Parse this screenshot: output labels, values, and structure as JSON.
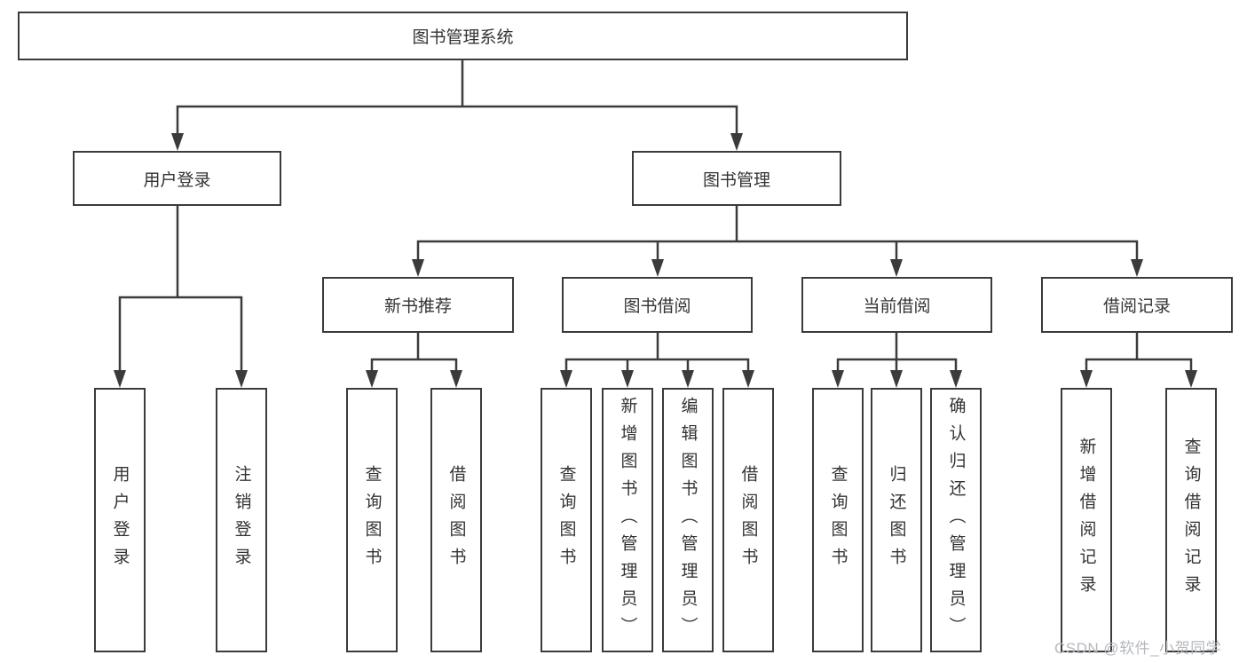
{
  "diagram": {
    "root": {
      "label": "图书管理系统"
    },
    "level2": [
      {
        "label": "用户登录"
      },
      {
        "label": "图书管理"
      }
    ],
    "level3": [
      {
        "label": "新书推荐",
        "parent": "图书管理"
      },
      {
        "label": "图书借阅",
        "parent": "图书管理"
      },
      {
        "label": "当前借阅",
        "parent": "图书管理"
      },
      {
        "label": "借阅记录",
        "parent": "图书管理"
      }
    ],
    "leaves": [
      {
        "label": "用户登录",
        "parent": "用户登录"
      },
      {
        "label": "注销登录",
        "parent": "用户登录"
      },
      {
        "label": "查询图书",
        "parent": "新书推荐"
      },
      {
        "label": "借阅图书",
        "parent": "新书推荐"
      },
      {
        "label": "查询图书",
        "parent": "图书借阅"
      },
      {
        "label": "新增图书（管理员）",
        "parent": "图书借阅"
      },
      {
        "label": "编辑图书（管理员）",
        "parent": "图书借阅"
      },
      {
        "label": "借阅图书",
        "parent": "图书借阅"
      },
      {
        "label": "查询图书",
        "parent": "当前借阅"
      },
      {
        "label": "归还图书",
        "parent": "当前借阅"
      },
      {
        "label": "确认归还（管理员）",
        "parent": "当前借阅"
      },
      {
        "label": "新增借阅记录",
        "parent": "借阅记录"
      },
      {
        "label": "查询借阅记录",
        "parent": "借阅记录"
      }
    ]
  },
  "watermark": {
    "text": "CSDN @软件_小贺同学"
  },
  "colors": {
    "line": "#3b3b3b",
    "box_border": "#3b3b3b",
    "text": "#333333",
    "background": "#ffffff",
    "watermark": "#b5b8bd"
  }
}
